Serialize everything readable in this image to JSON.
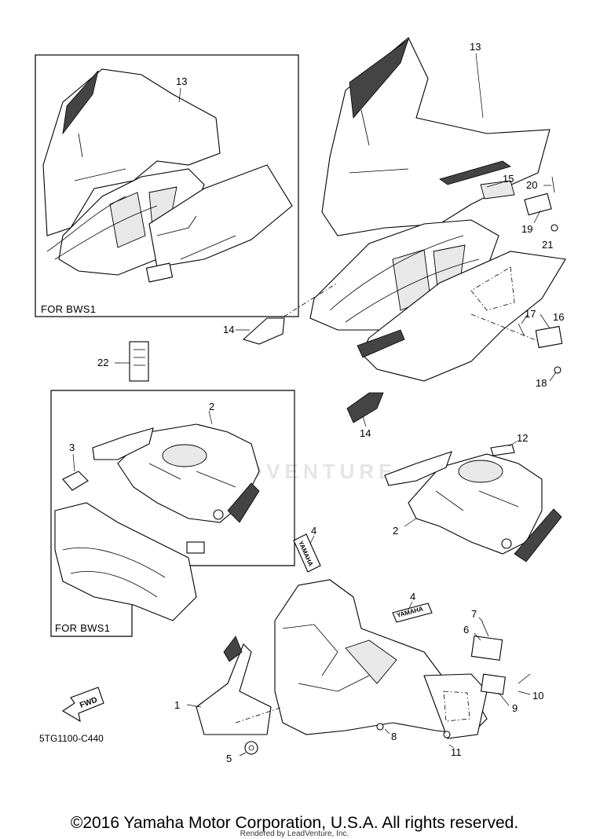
{
  "diagram": {
    "callouts": [
      {
        "id": "c13a",
        "label": "13"
      },
      {
        "id": "c13b",
        "label": "13"
      },
      {
        "id": "c15",
        "label": "15"
      },
      {
        "id": "c20",
        "label": "20"
      },
      {
        "id": "c19",
        "label": "19"
      },
      {
        "id": "c21",
        "label": "21"
      },
      {
        "id": "c14a",
        "label": "14"
      },
      {
        "id": "c17",
        "label": "17"
      },
      {
        "id": "c16",
        "label": "16"
      },
      {
        "id": "c18",
        "label": "18"
      },
      {
        "id": "c22",
        "label": "22"
      },
      {
        "id": "c14b",
        "label": "14"
      },
      {
        "id": "c2a",
        "label": "2"
      },
      {
        "id": "c3",
        "label": "3"
      },
      {
        "id": "c12",
        "label": "12"
      },
      {
        "id": "c2b",
        "label": "2"
      },
      {
        "id": "c4a",
        "label": "4"
      },
      {
        "id": "c4b",
        "label": "4"
      },
      {
        "id": "c7",
        "label": "7"
      },
      {
        "id": "c6",
        "label": "6"
      },
      {
        "id": "c1",
        "label": "1"
      },
      {
        "id": "c10",
        "label": "10"
      },
      {
        "id": "c9",
        "label": "9"
      },
      {
        "id": "c8",
        "label": "8"
      },
      {
        "id": "c5",
        "label": "5"
      },
      {
        "id": "c11",
        "label": "11"
      }
    ],
    "inset_top_label": "FOR BWS1",
    "inset_bottom_label": "FOR BWS1",
    "fwd_label": "FWD",
    "diagram_code": "5TG1100-C440",
    "decal_texts": {
      "yamaha_a": "YAMAHA",
      "yamaha_b": "YAMAHA"
    }
  },
  "footer": {
    "copyright": "©2016 Yamaha Motor Corporation, U.S.A. All rights reserved.",
    "rendered_by": "Rendered by LeadVenture, Inc."
  },
  "watermark": "LEADVENTURE"
}
